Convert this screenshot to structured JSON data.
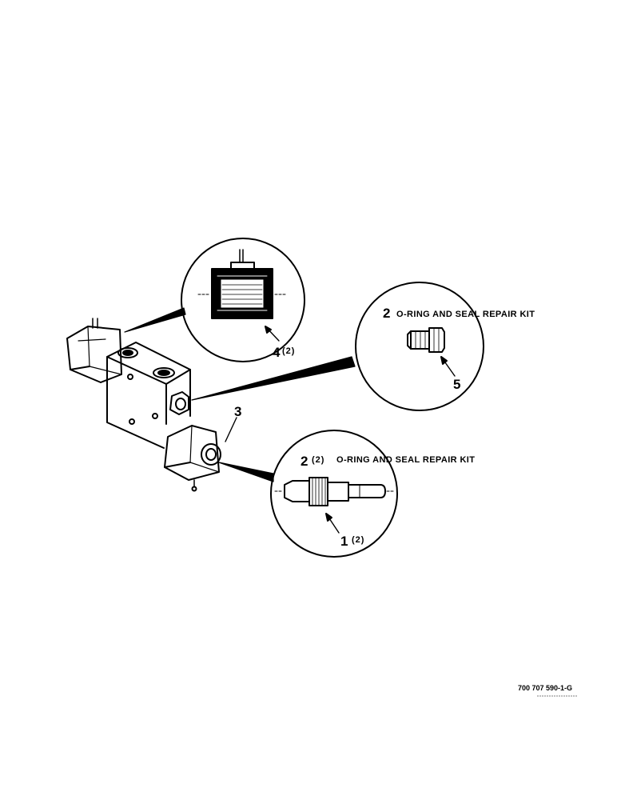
{
  "callouts": {
    "item1": {
      "number": "1",
      "qty": "(2)"
    },
    "item2_kit_top": {
      "number": "2",
      "text": "O-RING AND SEAL REPAIR KIT"
    },
    "item2_kit_bottom": {
      "number": "2",
      "qty": "(2)",
      "text": "O-RING AND SEAL REPAIR KIT"
    },
    "item3": {
      "number": "3"
    },
    "item4": {
      "number": "4",
      "qty": "(2)"
    },
    "item5": {
      "number": "5"
    }
  },
  "drawing_number": "700 707 590-1-G"
}
